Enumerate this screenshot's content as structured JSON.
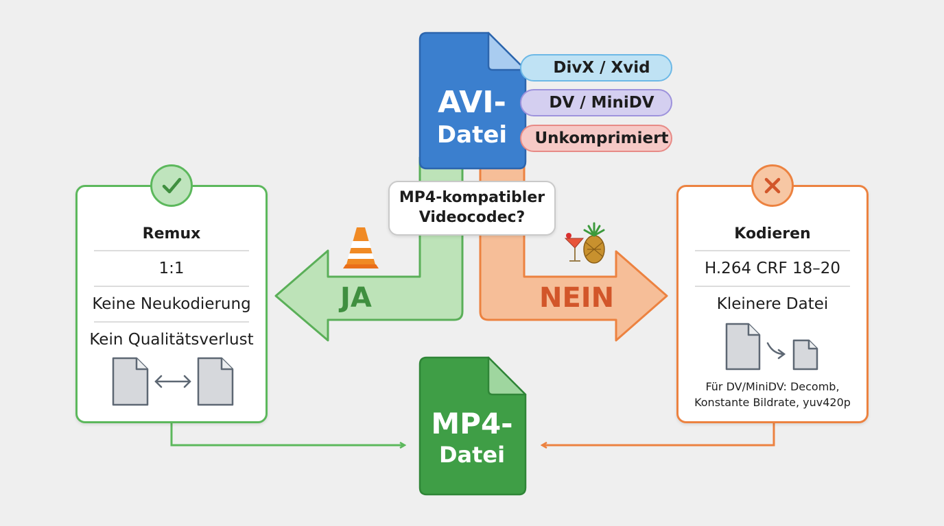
{
  "source_file": {
    "line1": "AVI-",
    "line2": "Datei",
    "color": "#3b7fce"
  },
  "codec_pills": [
    {
      "label": "DivX / Xvid",
      "bg": "#bfe2f4",
      "border": "#6cb8e6"
    },
    {
      "label": "DV / MiniDV",
      "bg": "#d4cff0",
      "border": "#9d92dc"
    },
    {
      "label": "Unkomprimiert",
      "bg": "#f6c9c6",
      "border": "#e78a86"
    }
  ],
  "question": {
    "line1": "MP4-kompatibler",
    "line2": "Videocodec?"
  },
  "yes_branch": {
    "arrow_label": "JA",
    "color": "#52ad52",
    "card": {
      "title": "Remux",
      "items": [
        "1:1",
        "Keine Neukodierung",
        "Kein Qualitätsverlust"
      ]
    }
  },
  "no_branch": {
    "arrow_label": "NEIN",
    "color": "#ec8240",
    "card": {
      "title": "Kodieren",
      "items": [
        "H.264 CRF 18–20",
        "Kleinere Datei"
      ],
      "note_line1": "Für DV/MiniDV: Decomb,",
      "note_line2": "Konstante Bildrate, yuv420p"
    }
  },
  "result_file": {
    "line1": "MP4-",
    "line2": "Datei",
    "color": "#3f9e46"
  },
  "icons": [
    "vlc-cone-icon",
    "handbrake-icon",
    "check-icon",
    "cross-icon",
    "document-icon",
    "swap-arrows-icon",
    "shrink-arrow-icon"
  ]
}
